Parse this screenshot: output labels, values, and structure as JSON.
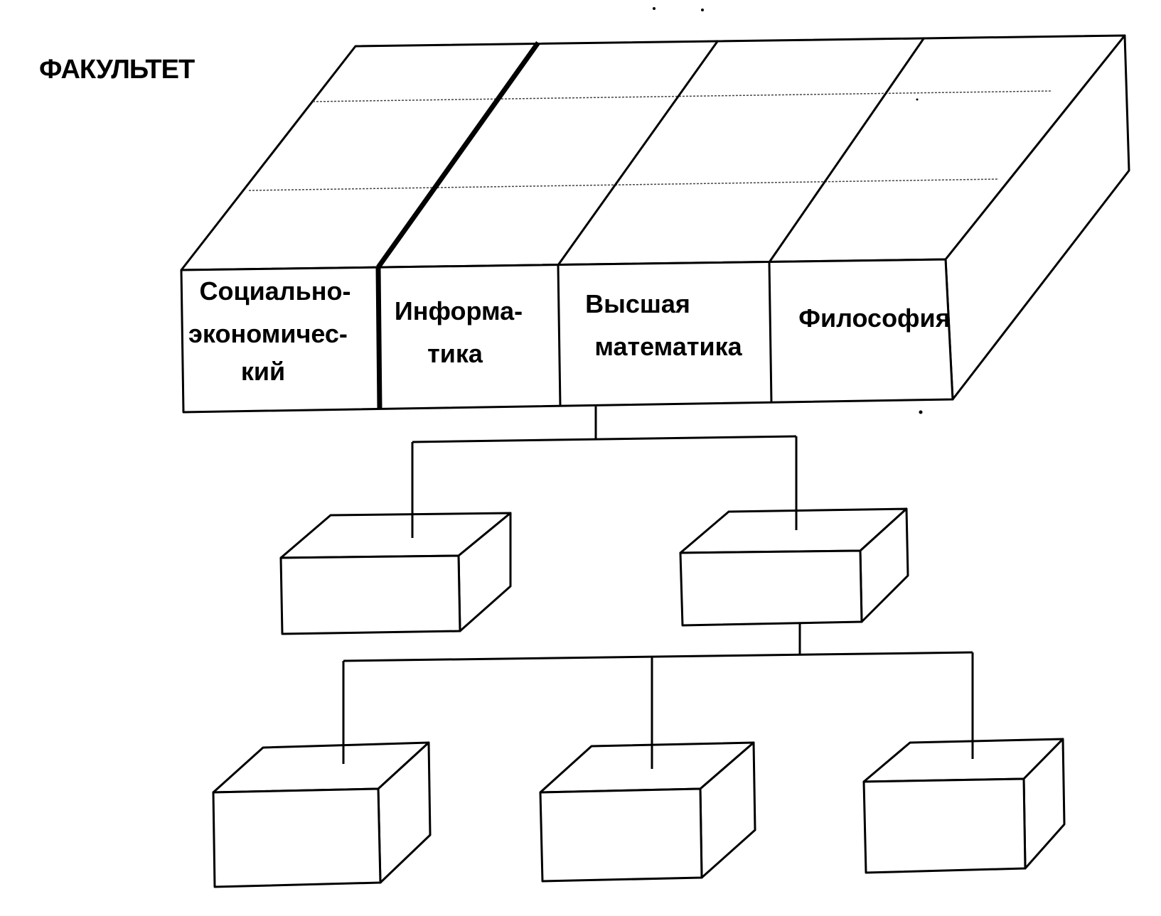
{
  "diagram": {
    "title": "ФАКУЛЬТЕТ",
    "departments": [
      {
        "lines": [
          "Социально-",
          "экономичес-",
          "кий"
        ]
      },
      {
        "lines": [
          "Информа-",
          "тика"
        ]
      },
      {
        "lines": [
          "Высшая",
          "математика"
        ]
      },
      {
        "lines": [
          "Философия"
        ]
      }
    ]
  }
}
